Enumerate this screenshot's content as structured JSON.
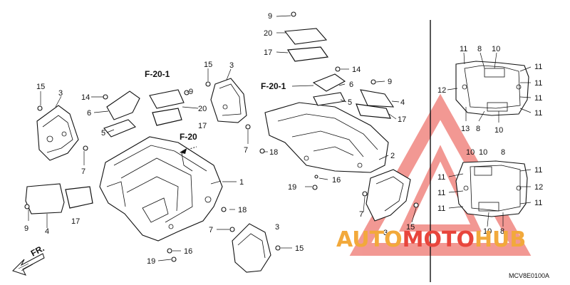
{
  "diagram": {
    "drawing_code": "MCV8E0100A",
    "watermark": {
      "prefix": "AUTO",
      "middle": "MOTO",
      "suffix": "HUB",
      "prefix_color": "#f2a93b",
      "middle_color": "#e8453c",
      "suffix_color": "#f2a93b"
    },
    "references": {
      "f20_1_left": "F-20-1",
      "f20_left": "F-20",
      "f20_1_right": "F-20-1"
    },
    "direction_label": "FR.",
    "callouts": {
      "c1": "1",
      "c2": "2",
      "c3a": "3",
      "c3b": "3",
      "c3c": "3",
      "c3d": "3",
      "c4a": "4",
      "c4b": "4",
      "c5a": "5",
      "c5b": "5",
      "c6a": "6",
      "c6b": "6",
      "c7a": "7",
      "c7b": "7",
      "c7c": "7",
      "c7d": "7",
      "c9a": "9",
      "c9b": "9",
      "c9c": "9",
      "c9d": "9",
      "c14a": "14",
      "c14b": "14",
      "c15a": "15",
      "c15b": "15",
      "c15c": "15",
      "c15d": "15",
      "c16a": "16",
      "c16b": "16",
      "c17a": "17",
      "c17b": "17",
      "c17c": "17",
      "c17d": "17",
      "c18a": "18",
      "c18b": "18",
      "c19a": "19",
      "c19b": "19",
      "c20a": "20",
      "c20b": "20"
    },
    "inset_callouts": {
      "t11a": "11",
      "t8a": "8",
      "t10a": "10",
      "t11b": "11",
      "t12a": "12",
      "t11c": "11",
      "t11d": "11",
      "t11e": "11",
      "t13": "13",
      "t8b": "8",
      "t10b": "10",
      "t10c": "10",
      "t10d": "10",
      "t8c": "8",
      "t11f": "11",
      "t11g": "11",
      "t11h": "11",
      "t12b": "12",
      "t11i": "11",
      "t11j": "11",
      "t10e": "10",
      "t8d": "8"
    }
  }
}
